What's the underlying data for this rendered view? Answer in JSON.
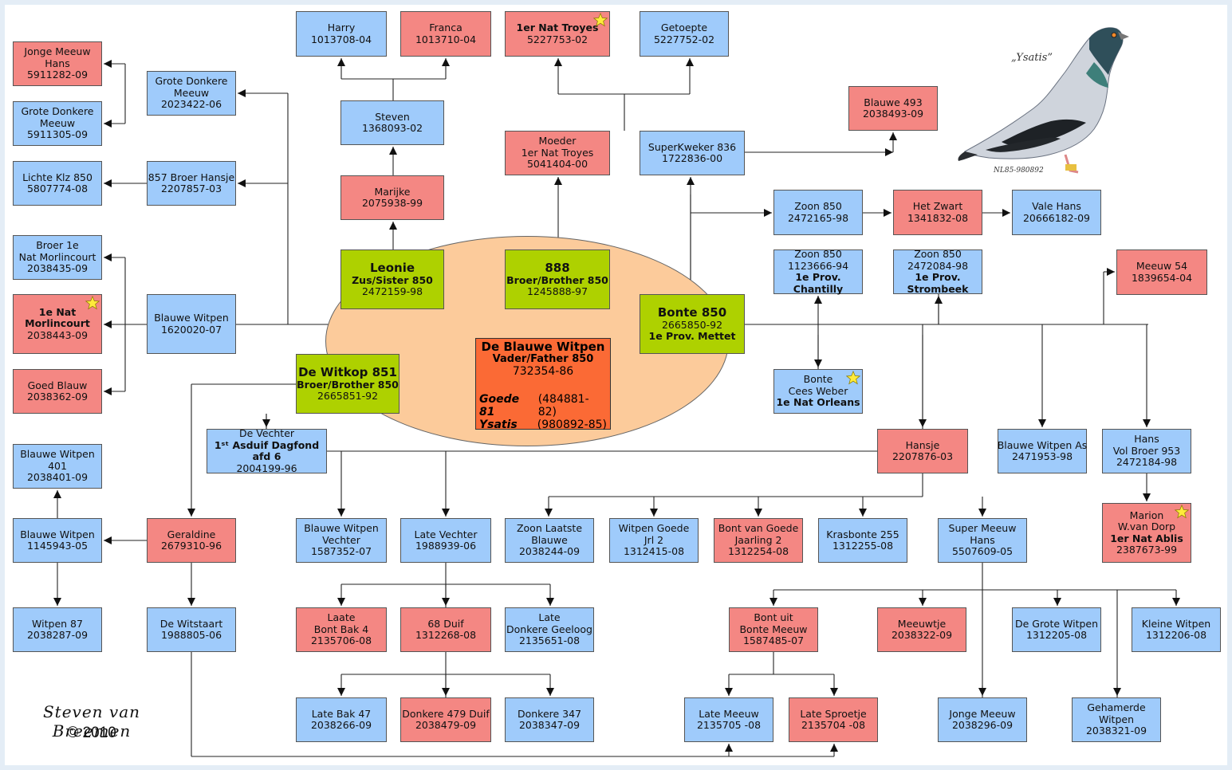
{
  "colors": {
    "blue": "#9fcbfb",
    "red": "#f48783",
    "green": "#aed100",
    "orange": "#fb6a35",
    "ellipse": "#fccb9b"
  },
  "main": {
    "name": "De Blauwe Witpen",
    "role": "Vader/Father 850",
    "ring": "732354-86",
    "offspring": [
      {
        "name": "Goede 81",
        "ring": "(484881-82)"
      },
      {
        "name": "Ysatis",
        "ring": "(980892-85)"
      }
    ]
  },
  "photo": {
    "caption": "„Ysatis”",
    "ring": "NL85-980892"
  },
  "author": {
    "name": "Steven van Breemen",
    "copyright": "© 2010"
  },
  "boxes": [
    {
      "id": "jonge-meeuw-hans",
      "color": "red",
      "lines": [
        "Jonge Meeuw",
        "Hans",
        "5911282-09"
      ]
    },
    {
      "id": "grote-donkere-meeuw-09",
      "color": "blue",
      "lines": [
        "Grote Donkere",
        "Meeuw",
        "5911305-09"
      ]
    },
    {
      "id": "grote-donkere-meeuw-06",
      "color": "blue",
      "lines": [
        "Grote Donkere",
        "Meeuw",
        "2023422-06"
      ]
    },
    {
      "id": "lichte-klz-850",
      "color": "blue",
      "lines": [
        "Lichte Klz 850",
        "5807774-08"
      ]
    },
    {
      "id": "857-broer-hansje",
      "color": "blue",
      "lines": [
        "857 Broer Hansje",
        "2207857-03"
      ]
    },
    {
      "id": "broer-1e-nat-morlincourt",
      "color": "blue",
      "lines": [
        "Broer 1e",
        "Nat Morlincourt",
        "2038435-09"
      ]
    },
    {
      "id": "1e-nat-morlincourt",
      "color": "red",
      "star": true,
      "lines": [
        "1e Nat",
        "Morlincourt",
        "2038443-09"
      ],
      "bold": [
        0,
        1
      ]
    },
    {
      "id": "goed-blauw",
      "color": "red",
      "lines": [
        "Goed Blauw",
        "2038362-09"
      ]
    },
    {
      "id": "blauwe-witpen-1620020",
      "color": "blue",
      "lines": [
        "Blauwe Witpen",
        "1620020-07"
      ]
    },
    {
      "id": "harry",
      "color": "blue",
      "lines": [
        "Harry",
        "1013708-04"
      ]
    },
    {
      "id": "franca",
      "color": "red",
      "lines": [
        "Franca",
        "1013710-04"
      ]
    },
    {
      "id": "steven",
      "color": "blue",
      "lines": [
        "Steven",
        "1368093-02"
      ]
    },
    {
      "id": "marijke",
      "color": "red",
      "lines": [
        "Marijke",
        "2075938-99"
      ]
    },
    {
      "id": "1er-nat-troyes",
      "color": "red",
      "star": true,
      "lines": [
        "1er Nat Troyes",
        "5227753-02"
      ],
      "bold": [
        0
      ]
    },
    {
      "id": "getoepte",
      "color": "blue",
      "lines": [
        "Getoepte",
        "5227752-02"
      ]
    },
    {
      "id": "moeder",
      "color": "red",
      "lines": [
        "Moeder",
        "1er Nat Troyes",
        "5041404-00"
      ]
    },
    {
      "id": "superkweker-836",
      "color": "blue",
      "lines": [
        "SuperKweker 836",
        "1722836-00"
      ]
    },
    {
      "id": "blauwe-493",
      "color": "red",
      "lines": [
        "Blauwe 493",
        "2038493-09"
      ]
    },
    {
      "id": "zoon-850-a",
      "color": "blue",
      "lines": [
        "Zoon 850",
        "2472165-98"
      ]
    },
    {
      "id": "het-zwart",
      "color": "red",
      "lines": [
        "Het Zwart",
        "1341832-08"
      ]
    },
    {
      "id": "vale-hans",
      "color": "blue",
      "lines": [
        "Vale Hans",
        "20666182-09"
      ]
    },
    {
      "id": "zoon-850-chantilly",
      "color": "blue",
      "lines": [
        "Zoon 850",
        "1123666-94",
        "1e Prov.",
        "Chantilly"
      ],
      "bold": [
        2,
        3
      ]
    },
    {
      "id": "zoon-850-strombeek",
      "color": "blue",
      "lines": [
        "Zoon 850",
        "2472084-98",
        "1e Prov.",
        "Strombeek"
      ],
      "bold": [
        2,
        3
      ]
    },
    {
      "id": "meeuw-54",
      "color": "red",
      "lines": [
        "Meeuw 54",
        "1839654-04"
      ]
    },
    {
      "id": "leonie",
      "color": "green",
      "lines": [
        "Leonie",
        "Zus/Sister 850",
        "2472159-98"
      ],
      "bold": [
        0,
        1
      ],
      "big": [
        0
      ]
    },
    {
      "id": "888",
      "color": "green",
      "lines": [
        "888",
        "Broer/Brother 850",
        "1245888-97"
      ],
      "bold": [
        0,
        1
      ],
      "big": [
        0
      ]
    },
    {
      "id": "bonte-850",
      "color": "green",
      "lines": [
        "Bonte 850",
        "2665850-92",
        "1e Prov. Mettet"
      ],
      "bold": [
        0,
        2
      ],
      "big": [
        0
      ]
    },
    {
      "id": "de-witkop-851",
      "color": "green",
      "lines": [
        "De Witkop 851",
        "Broer/Brother 850",
        "2665851-92"
      ],
      "bold": [
        0,
        1
      ],
      "big": [
        0
      ]
    },
    {
      "id": "bonte-cees-weber",
      "color": "blue",
      "star": true,
      "lines": [
        "Bonte",
        "Cees Weber",
        "1e Nat Orleans"
      ],
      "bold": [
        2
      ]
    },
    {
      "id": "de-vechter",
      "color": "blue",
      "lines": [
        "De Vechter",
        "1ˢᵗ Asduif Dagfond",
        "afd 6",
        "2004199-96"
      ],
      "bold": [
        1,
        2
      ]
    },
    {
      "id": "hansje",
      "color": "red",
      "lines": [
        "Hansje",
        "2207876-03"
      ]
    },
    {
      "id": "blauwe-witpen-as",
      "color": "blue",
      "lines": [
        "Blauwe Witpen As",
        "2471953-98"
      ]
    },
    {
      "id": "hans-vol-broer-953",
      "color": "blue",
      "lines": [
        "Hans",
        "Vol Broer 953",
        "2472184-98"
      ]
    },
    {
      "id": "blauwe-witpen-401",
      "color": "blue",
      "lines": [
        "Blauwe Witpen",
        "401",
        "2038401-09"
      ]
    },
    {
      "id": "blauwe-witpen-1145943",
      "color": "blue",
      "lines": [
        "Blauwe Witpen",
        "1145943-05"
      ]
    },
    {
      "id": "geraldine",
      "color": "red",
      "lines": [
        "Geraldine",
        "2679310-96"
      ]
    },
    {
      "id": "blauwe-witpen-vechter",
      "color": "blue",
      "lines": [
        "Blauwe Witpen",
        "Vechter",
        "1587352-07"
      ]
    },
    {
      "id": "late-vechter",
      "color": "blue",
      "lines": [
        "Late Vechter",
        "1988939-06"
      ]
    },
    {
      "id": "zoon-laatste-blauwe",
      "color": "blue",
      "lines": [
        "Zoon Laatste",
        "Blauwe",
        "2038244-09"
      ]
    },
    {
      "id": "witpen-goede-jrl-2",
      "color": "blue",
      "lines": [
        "Witpen Goede",
        "Jrl 2",
        "1312415-08"
      ]
    },
    {
      "id": "bont-van-goede",
      "color": "red",
      "lines": [
        "Bont van Goede",
        "Jaarling 2",
        "1312254-08"
      ]
    },
    {
      "id": "krasbonte-255",
      "color": "blue",
      "lines": [
        "Krasbonte 255",
        "1312255-08"
      ]
    },
    {
      "id": "super-meeuw-hans",
      "color": "blue",
      "lines": [
        "Super Meeuw",
        "Hans",
        "5507609-05"
      ]
    },
    {
      "id": "marion",
      "color": "red",
      "star": true,
      "lines": [
        "Marion",
        "W.van Dorp",
        "1er Nat Ablis",
        "2387673-99"
      ],
      "bold": [
        2
      ]
    },
    {
      "id": "witpen-87",
      "color": "blue",
      "lines": [
        "Witpen 87",
        "2038287-09"
      ]
    },
    {
      "id": "de-witstaart",
      "color": "blue",
      "lines": [
        "De Witstaart",
        "1988805-06"
      ]
    },
    {
      "id": "laate-bont-bak-4",
      "color": "red",
      "lines": [
        "Laate",
        "Bont Bak 4",
        "2135706-08"
      ]
    },
    {
      "id": "68-duif",
      "color": "red",
      "lines": [
        "68 Duif",
        "1312268-08"
      ]
    },
    {
      "id": "late-donkere-geeloog",
      "color": "blue",
      "lines": [
        "Late",
        "Donkere Geeloog",
        "2135651-08"
      ]
    },
    {
      "id": "bont-uit-bonte-meeuw",
      "color": "red",
      "lines": [
        "Bont uit",
        "Bonte Meeuw",
        "1587485-07"
      ]
    },
    {
      "id": "meeuwtje",
      "color": "red",
      "lines": [
        "Meeuwtje",
        "2038322-09"
      ]
    },
    {
      "id": "de-grote-witpen",
      "color": "blue",
      "lines": [
        "De Grote Witpen",
        "1312205-08"
      ]
    },
    {
      "id": "kleine-witpen",
      "color": "blue",
      "lines": [
        "Kleine Witpen",
        "1312206-08"
      ]
    },
    {
      "id": "late-bak-47",
      "color": "blue",
      "lines": [
        "Late Bak 47",
        "2038266-09"
      ]
    },
    {
      "id": "donkere-479-duif",
      "color": "red",
      "lines": [
        "Donkere 479 Duif",
        "2038479-09"
      ]
    },
    {
      "id": "donkere-347",
      "color": "blue",
      "lines": [
        "Donkere 347",
        "2038347-09"
      ]
    },
    {
      "id": "late-meeuw",
      "color": "blue",
      "lines": [
        "Late Meeuw",
        "2135705 -08"
      ]
    },
    {
      "id": "late-sproetje",
      "color": "red",
      "lines": [
        "Late Sproetje",
        "2135704 -08"
      ]
    },
    {
      "id": "jonge-meeuw",
      "color": "blue",
      "lines": [
        "Jonge Meeuw",
        "2038296-09"
      ]
    },
    {
      "id": "gehamerde-witpen",
      "color": "blue",
      "lines": [
        "Gehamerde",
        "Witpen",
        "2038321-09"
      ]
    }
  ]
}
